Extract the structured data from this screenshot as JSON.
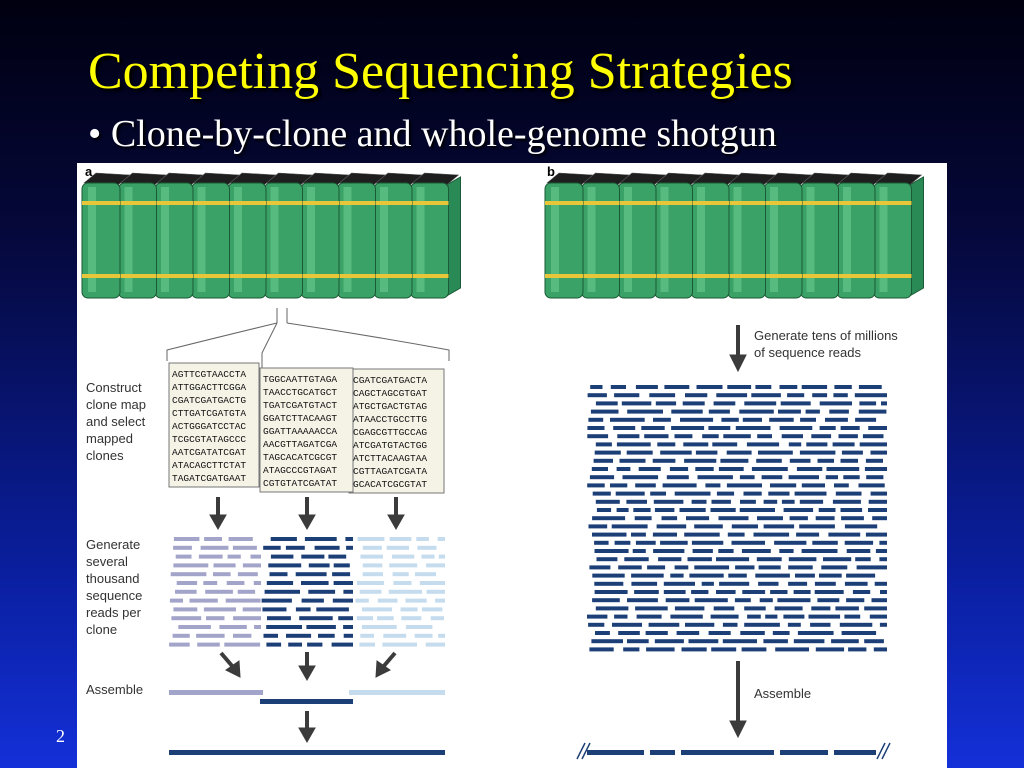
{
  "slide": {
    "title": "Competing Sequencing Strategies",
    "bullet": "Clone-by-clone and whole-genome shotgun",
    "page_number": "2"
  },
  "figure": {
    "panel_a": {
      "label": "a",
      "step_construct": [
        "Construct",
        "clone map",
        "and select",
        "mapped",
        "clones"
      ],
      "step_generate": [
        "Generate",
        "several",
        "thousand",
        "sequence",
        "reads per",
        "clone"
      ],
      "step_assemble": "Assemble",
      "clone1": [
        "AGTTCGTAACCTA",
        "ATTGGACTTCGGA",
        "CGATCGATGACTG",
        "CTTGATCGATGTA",
        "ACTGGGATCCTAC",
        "TCGCGTATAGCCC",
        "AATCGATATCGAT",
        "ATACAGCTTCTAT",
        "TAGATCGATGAAT"
      ],
      "clone2": [
        "TGGCAATTGTAGA",
        "TAACCTGCATGCT",
        "TGATCGATGTACT",
        "GGATCTTACAAGT",
        "GGATTAAAAACCA",
        "AACGTTAGATCGA",
        "TAGCACATCGCGT",
        "ATAGCCCGTAGAT",
        "CGTGTATCGATAT"
      ],
      "clone3": [
        "CGATCGATGACTA",
        "CAGCTAGCGTGAT",
        "ATGCTGACTGTAG",
        "ATAACCTGCCTTG",
        "CGAGCGTTGCCAG",
        "ATCGATGTACTGG",
        "ATCTTACAAGTAA",
        "CGTTAGATCGATA",
        "GCACATCGCGTAT"
      ]
    },
    "panel_b": {
      "label": "b",
      "step_generate": [
        "Generate tens of millions",
        "of sequence reads"
      ],
      "step_assemble": "Assemble"
    },
    "colors": {
      "book_green": "#3aa266",
      "book_gold": "#e8c63a",
      "read_dark": "#1d3f78",
      "read_mid": "#a3a4c9",
      "read_light": "#c5dcef",
      "arrow": "#3b3b3b"
    }
  }
}
